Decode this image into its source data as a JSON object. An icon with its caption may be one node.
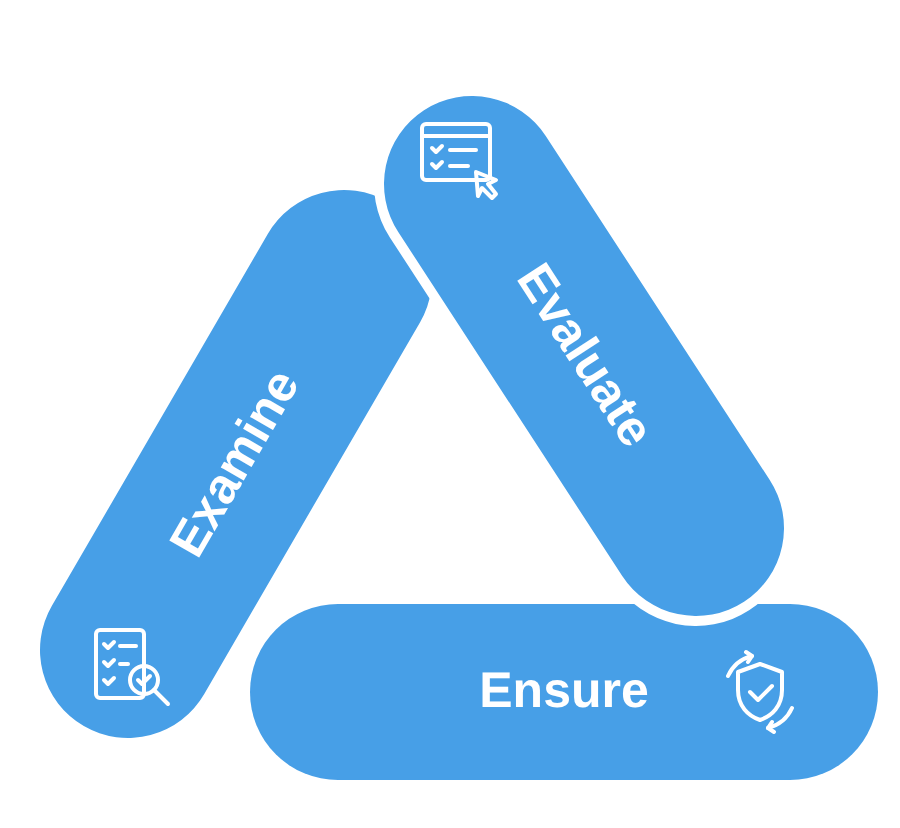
{
  "diagram": {
    "nodes": [
      {
        "text": [
          "Evaluate"
        ]
      },
      {
        "text": [
          "Examine"
        ]
      },
      {
        "text": [
          "Ensure"
        ]
      }
    ]
  }
}
